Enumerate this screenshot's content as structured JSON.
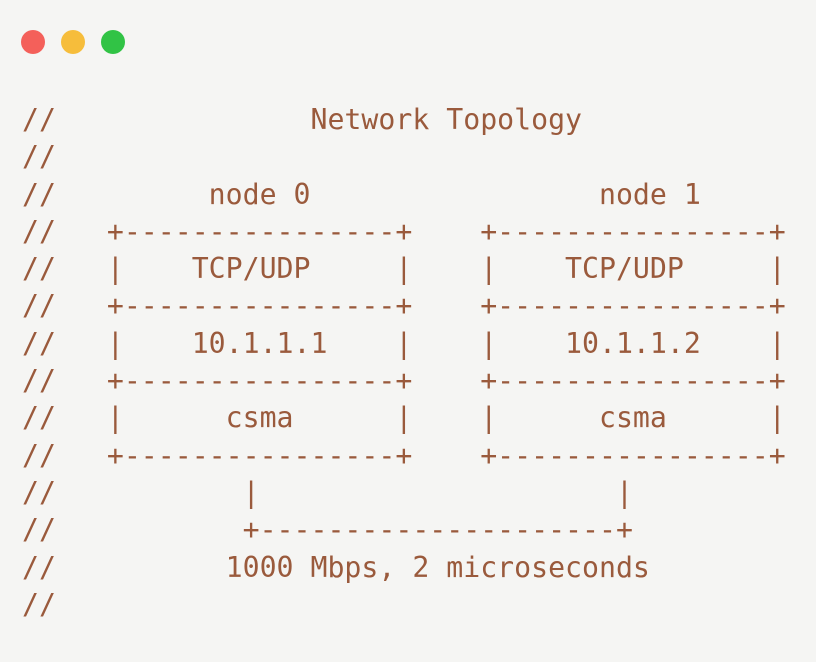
{
  "window": {
    "background_color": "#f5f5f3",
    "controls": {
      "close_color": "#f4605a",
      "minimize_color": "#f6bd3b",
      "zoom_color": "#31c345"
    }
  },
  "code": {
    "text_color": "#9a5a3c",
    "comment_token": "//",
    "title": "Network Topology",
    "lines": [
      "//               Network Topology",
      "//",
      "//         node 0                 node 1",
      "//   +----------------+    +----------------+",
      "//   |    TCP/UDP     |    |    TCP/UDP     |",
      "//   +----------------+    +----------------+",
      "//   |    10.1.1.1    |    |    10.1.1.2    |",
      "//   +----------------+    +----------------+",
      "//   |      csma      |    |      csma      |",
      "//   +----------------+    +----------------+",
      "//           |                     |",
      "//           +---------------------+",
      "//          1000 Mbps, 2 microseconds",
      "//"
    ]
  },
  "topology": {
    "nodes": [
      {
        "label": "node 0",
        "layers": [
          "TCP/UDP",
          "10.1.1.1",
          "csma"
        ]
      },
      {
        "label": "node 1",
        "layers": [
          "TCP/UDP",
          "10.1.1.2",
          "csma"
        ]
      }
    ],
    "link": {
      "type": "csma",
      "description": "1000 Mbps, 2 microseconds"
    }
  }
}
